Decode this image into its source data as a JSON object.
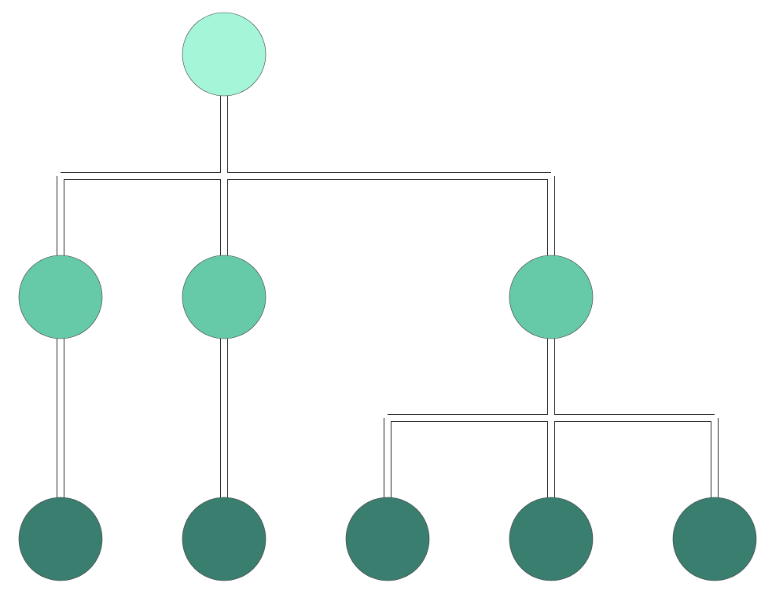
{
  "diagram": {
    "type": "tree",
    "colors": {
      "root": "#a5f6d9",
      "level1": "#66caa9",
      "level2": "#3a7e6f",
      "connector_outline": "#2b2b2b",
      "connector_fill": "#ffffff",
      "background": "#ffffff"
    },
    "nodes": [
      {
        "id": "n0",
        "level": 0,
        "parent": null,
        "label": ""
      },
      {
        "id": "n1",
        "level": 1,
        "parent": "n0",
        "label": ""
      },
      {
        "id": "n2",
        "level": 1,
        "parent": "n0",
        "label": ""
      },
      {
        "id": "n3",
        "level": 1,
        "parent": "n0",
        "label": ""
      },
      {
        "id": "n4",
        "level": 2,
        "parent": "n1",
        "label": ""
      },
      {
        "id": "n5",
        "level": 2,
        "parent": "n2",
        "label": ""
      },
      {
        "id": "n6",
        "level": 2,
        "parent": "n3",
        "label": ""
      },
      {
        "id": "n7",
        "level": 2,
        "parent": "n3",
        "label": ""
      },
      {
        "id": "n8",
        "level": 2,
        "parent": "n3",
        "label": ""
      }
    ]
  }
}
